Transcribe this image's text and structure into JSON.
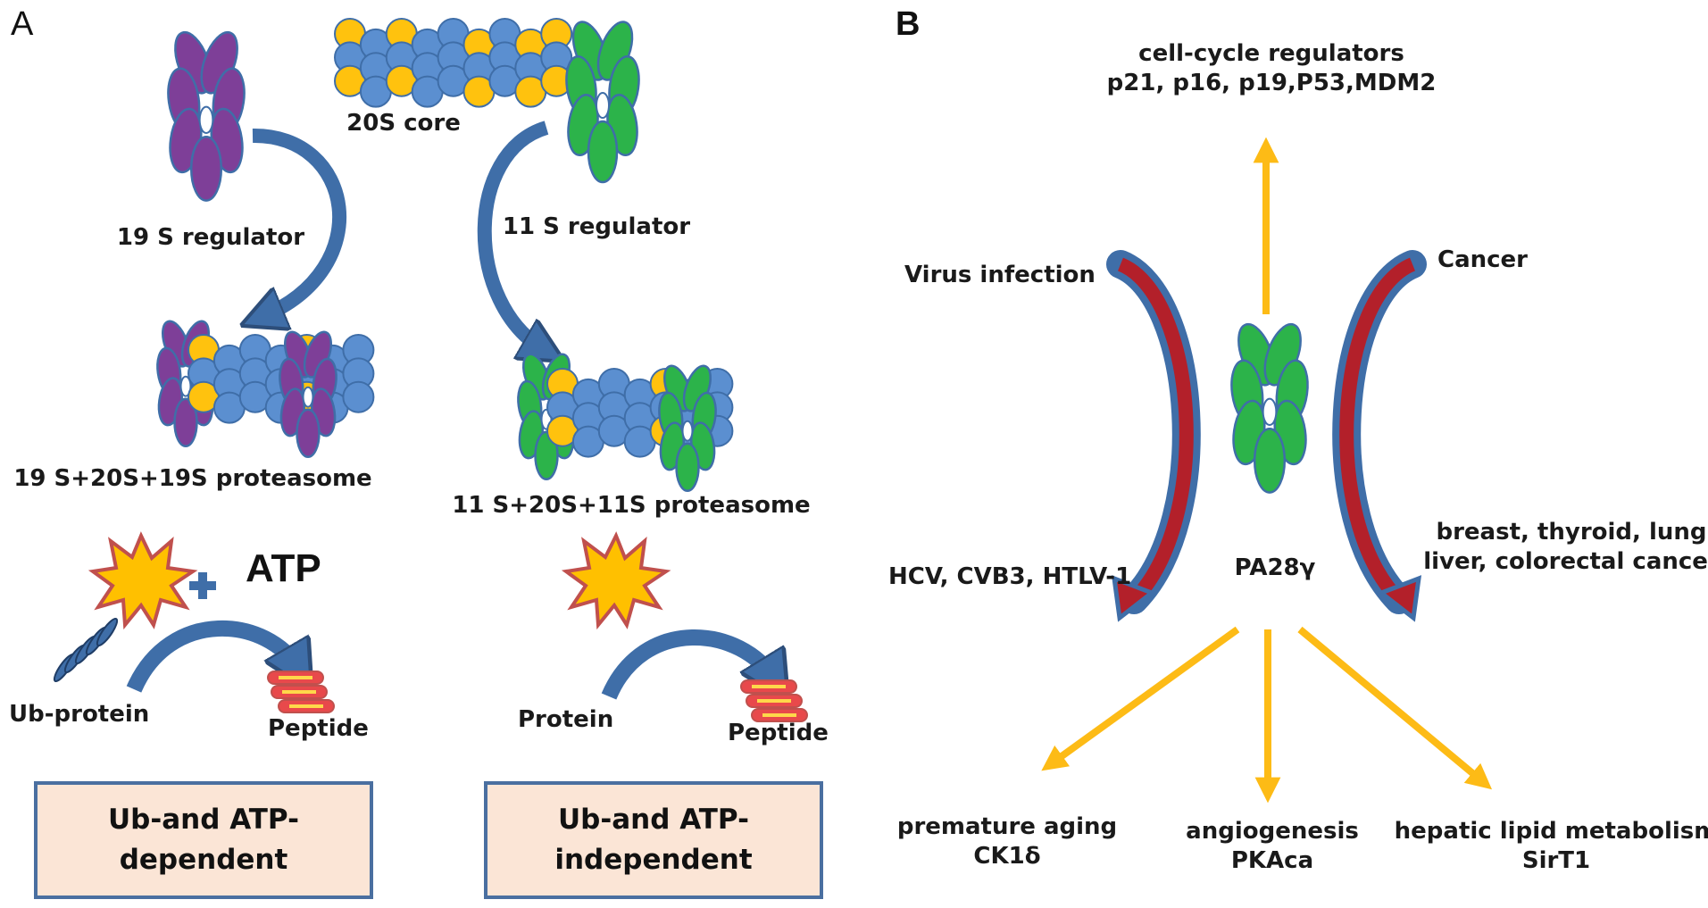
{
  "panel_a": {
    "letter": "A",
    "core_label": "20S core",
    "reg19_label": "19 S regulator",
    "reg11_label": "11 S regulator",
    "complex19_label": "19 S+20S+19S proteasome",
    "complex11_label": "11 S+20S+11S proteasome",
    "atp": "ATP",
    "ub_protein": "Ub-protein",
    "protein": "Protein",
    "peptide_left": "Peptide",
    "peptide_right": "Peptide",
    "box_left": [
      "Ub-and ATP-",
      "dependent"
    ],
    "box_right": [
      "Ub-and ATP-",
      "independent"
    ]
  },
  "panel_b": {
    "letter": "B",
    "center_label": "PA28γ",
    "top": [
      "cell-cycle regulators",
      "p21, p16, p19,P53,MDM2"
    ],
    "virus": "Virus infection",
    "virus_targets": "HCV, CVB3, HTLV-1",
    "cancer": "Cancer",
    "cancer_targets": [
      "breast, thyroid, lung",
      "liver, colorectal cancer"
    ],
    "aging": [
      "premature aging",
      "CK1δ"
    ],
    "angio": [
      "angiogenesis",
      "PKAca"
    ],
    "lipid": [
      "hepatic lipid metabolism",
      "SirT1"
    ]
  },
  "colors": {
    "purple": "#7e3f98",
    "green": "#2cb34a",
    "blue_sphere": "#5b8fd0",
    "yellow_sphere": "#ffc20e",
    "arrow_blue": "#3f6ea8",
    "arrow_red": "#b3202a",
    "arrow_yellow": "#fdbb16",
    "box_fill": "#fbe5d6",
    "star_fill": "#ffc000",
    "star_edge": "#c0504d"
  }
}
